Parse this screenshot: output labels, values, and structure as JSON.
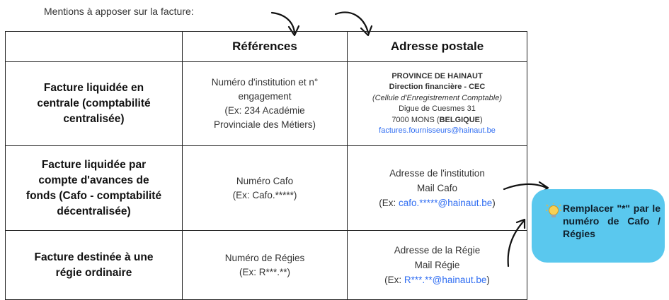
{
  "intro": "Mentions à apposer sur la facture:",
  "headers": {
    "references": "Références",
    "address": "Adresse postale"
  },
  "rows": [
    {
      "label": [
        "Facture liquidée en",
        "centrale (comptabilité",
        "centralisée)"
      ],
      "reference": [
        "Numéro d'institution et n°",
        "engagement",
        "(Ex: 234 Académie",
        "Provinciale des Métiers)"
      ],
      "address": {
        "line1": "PROVINCE DE HAINAUT",
        "line2": "Direction financière - CEC",
        "line3": "(Cellule d'Enregistrement Comptable)",
        "line4": "Digue de Cuesmes 31",
        "line5_prefix": "7000 MONS (",
        "line5_bold": "BELGIQUE",
        "line5_suffix": ")",
        "email": "factures.fournisseurs@hainaut.be"
      }
    },
    {
      "label": [
        "Facture liquidée par",
        "compte d'avances de",
        "fonds (Cafo - comptabilité",
        "décentralisée)"
      ],
      "reference": [
        "Numéro Cafo",
        "(Ex: Cafo.*****)"
      ],
      "address": {
        "line1": "Adresse de l'institution",
        "line2": "Mail Cafo",
        "ex_prefix": "(Ex: ",
        "ex_email": "cafo.*****@hainaut.be",
        "ex_suffix": ")"
      }
    },
    {
      "label": [
        "Facture destinée à une",
        "régie ordinaire"
      ],
      "reference": [
        "Numéro de Régies",
        "(Ex: R***.**)"
      ],
      "address": {
        "line1": "Adresse de la Régie",
        "line2": "Mail Régie",
        "ex_prefix": "(Ex: ",
        "ex_email": "R***.**@hainaut.be",
        "ex_suffix": ")"
      }
    }
  ],
  "callout": {
    "text": "Remplacer \"*\" par le numéro de Cafo / Régies",
    "icon": "lightbulb-icon",
    "background": "#5ac8ee"
  },
  "colors": {
    "link": "#2f6df2",
    "border": "#222222"
  }
}
